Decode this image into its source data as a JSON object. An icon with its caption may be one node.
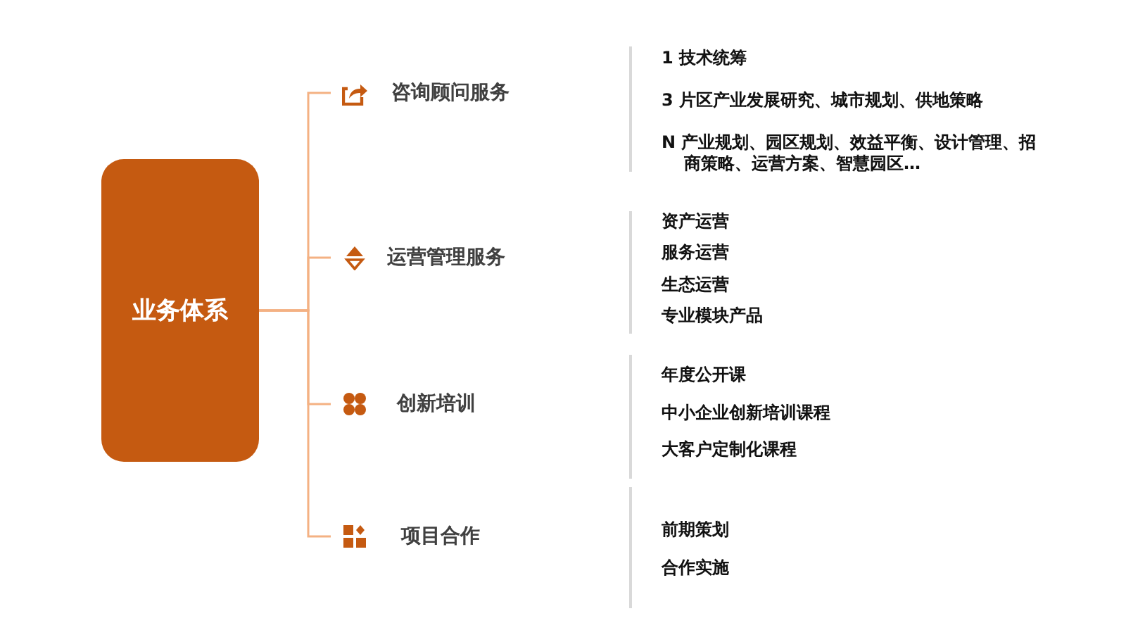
{
  "diagram": {
    "nodes": [
      {
        "text": [
          "业务体系"
        ]
      },
      {
        "text": [
          "咨询顾问服务"
        ]
      },
      {
        "text": [
          "运营管理服务"
        ]
      },
      {
        "text": [
          "创新培训"
        ]
      },
      {
        "text": [
          "项目合作"
        ]
      }
    ],
    "edges": [
      {
        "from": 0,
        "to": 1,
        "arrow": "none"
      },
      {
        "from": 0,
        "to": 2,
        "arrow": "none"
      },
      {
        "from": 0,
        "to": 3,
        "arrow": "none"
      },
      {
        "from": 0,
        "to": 4,
        "arrow": "none"
      }
    ],
    "labels": [
      "1 技术统筹",
      "3 片区产业发展研究、城市规划、供地策略",
      "N 产业规划、园区规划、效益平衡、设计管理、招商策略、运营方案、智慧园区…",
      "资产运营",
      "服务运营",
      "生态运营",
      "专业模块产品",
      "年度公开课",
      "中小企业创新培训课程",
      "大客户定制化课程",
      "前期策划",
      "合作实施"
    ]
  }
}
